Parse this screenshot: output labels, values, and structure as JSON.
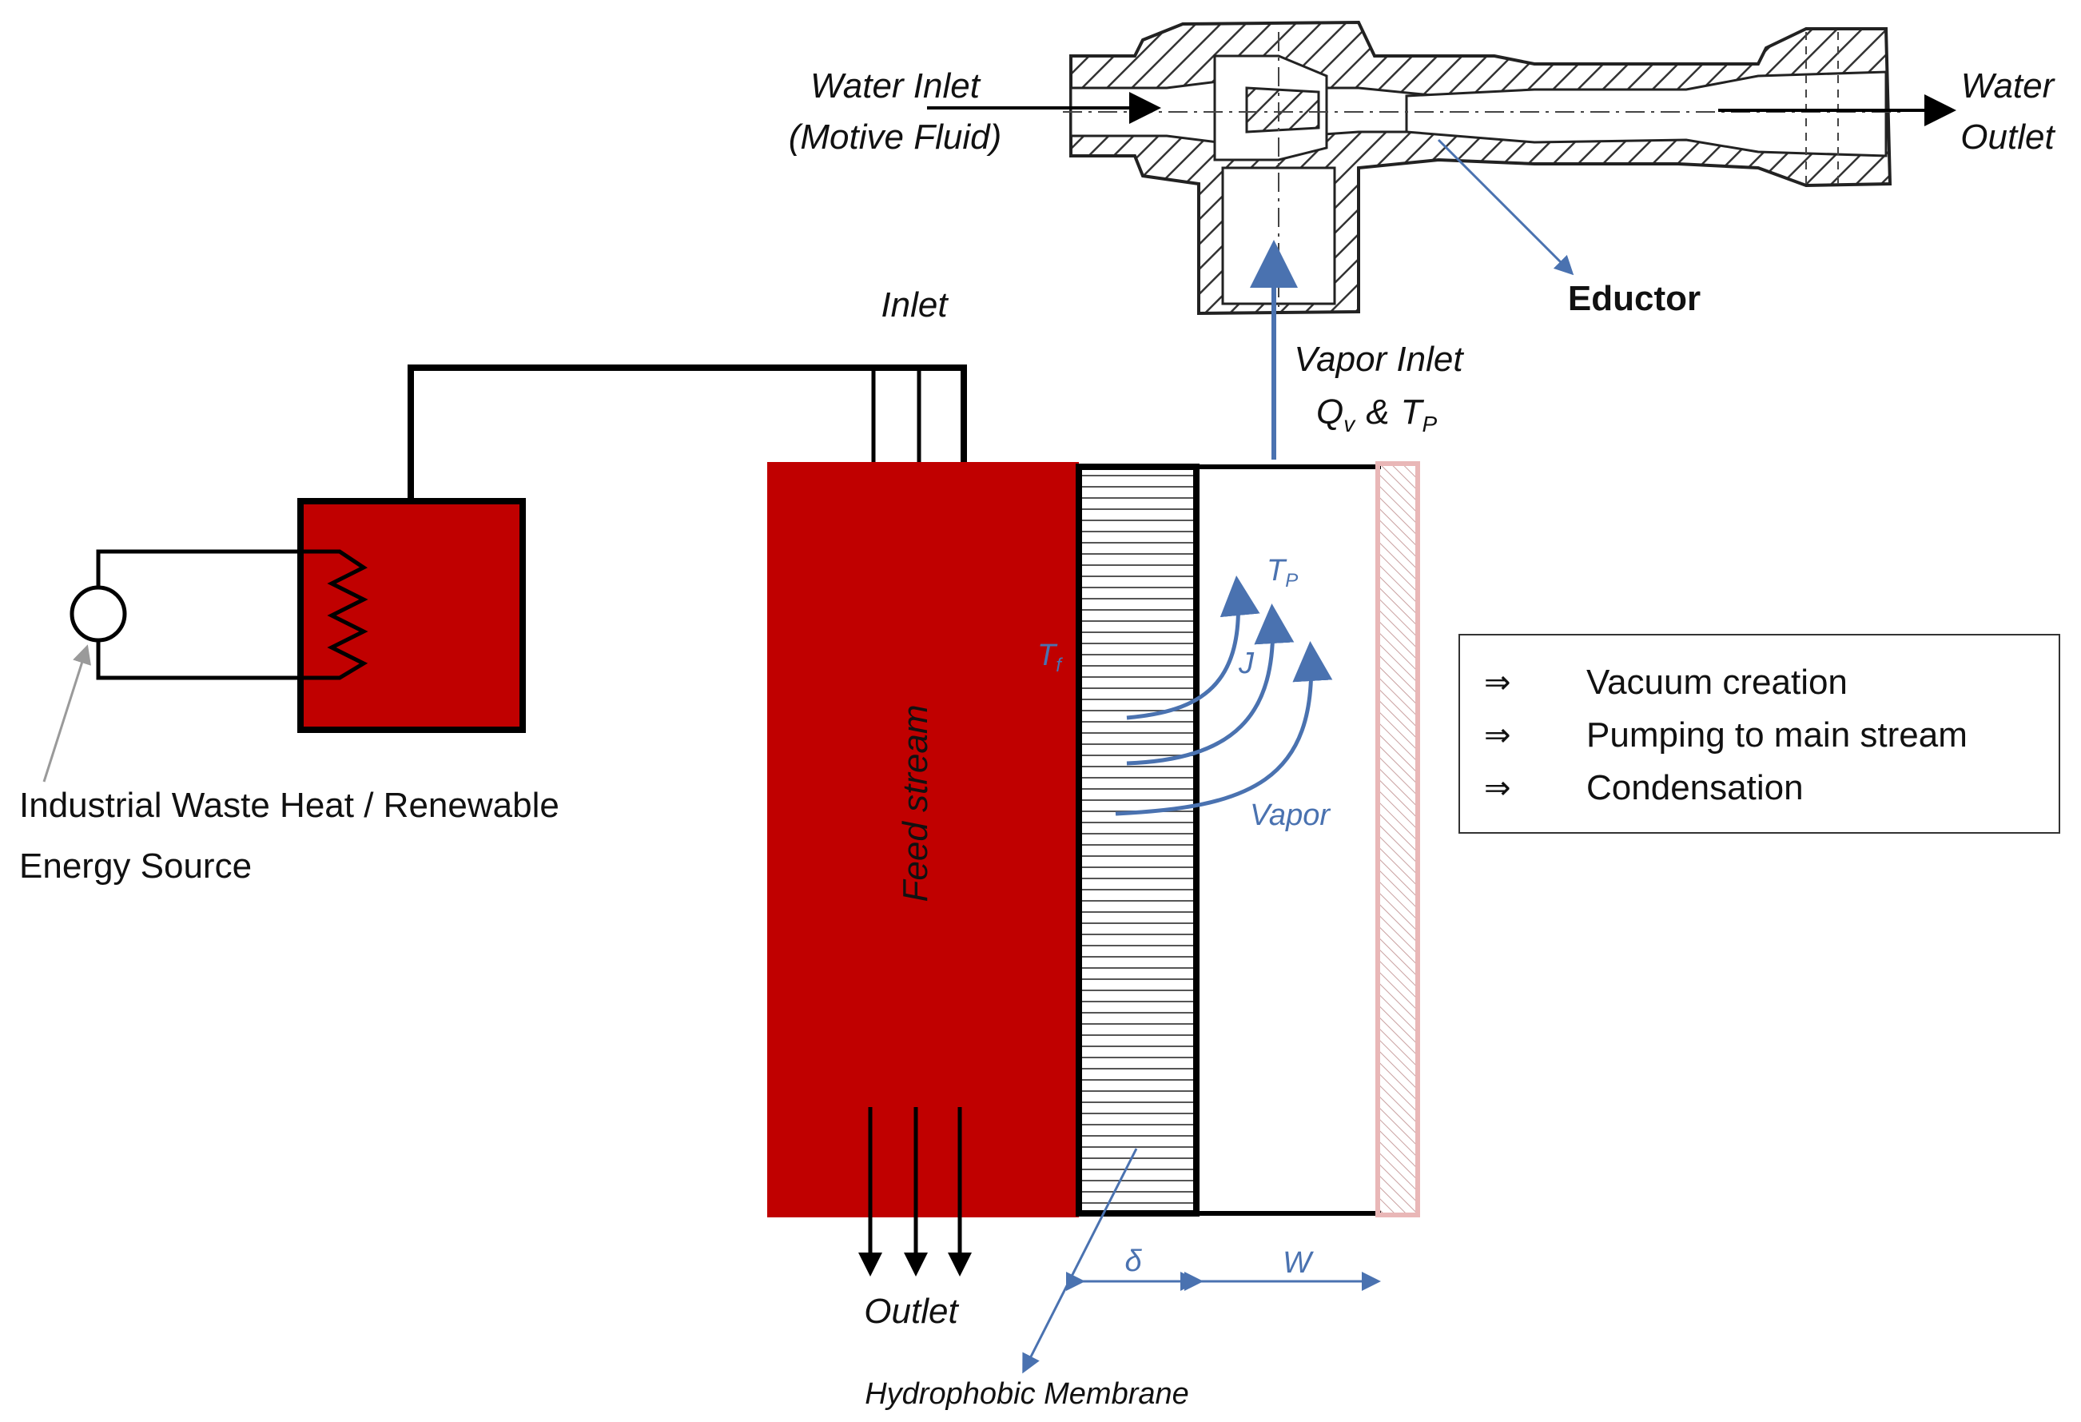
{
  "eductor": {
    "water_inlet_line1": "Water Inlet",
    "water_inlet_line2": "(Motive Fluid)",
    "water_outlet_line1": "Water",
    "water_outlet_line2": "Outlet",
    "name": "Eductor"
  },
  "vapor_inlet": {
    "line1": "Vapor Inlet",
    "q_symbol": "Q",
    "q_subscript": "v",
    "ampersand": "&",
    "t_symbol": "T",
    "t_subscript": "P"
  },
  "module": {
    "inlet_label": "Inlet",
    "outlet_label": "Outlet",
    "feed_label": "Feed stream",
    "membrane_label": "Hydrophobic Membrane",
    "tf_symbol": "T",
    "tf_subscript": "f",
    "tp_symbol": "T",
    "tp_subscript": "P",
    "flux_label": "J",
    "vapor_label": "Vapor",
    "delta_label": "δ",
    "w_label": "W"
  },
  "heat_source": {
    "line1": "Industrial Waste Heat / Renewable",
    "line2": "Energy Source"
  },
  "legend": {
    "items": [
      {
        "symbol": "⇒",
        "text": "Vacuum creation"
      },
      {
        "symbol": "⇒",
        "text": "Pumping to main stream"
      },
      {
        "symbol": "⇒",
        "text": "Condensation"
      }
    ]
  },
  "colors": {
    "feed_red": "#c00000",
    "annotation_blue": "#4a72b0",
    "condenser_pink": "#e9b7b7"
  }
}
